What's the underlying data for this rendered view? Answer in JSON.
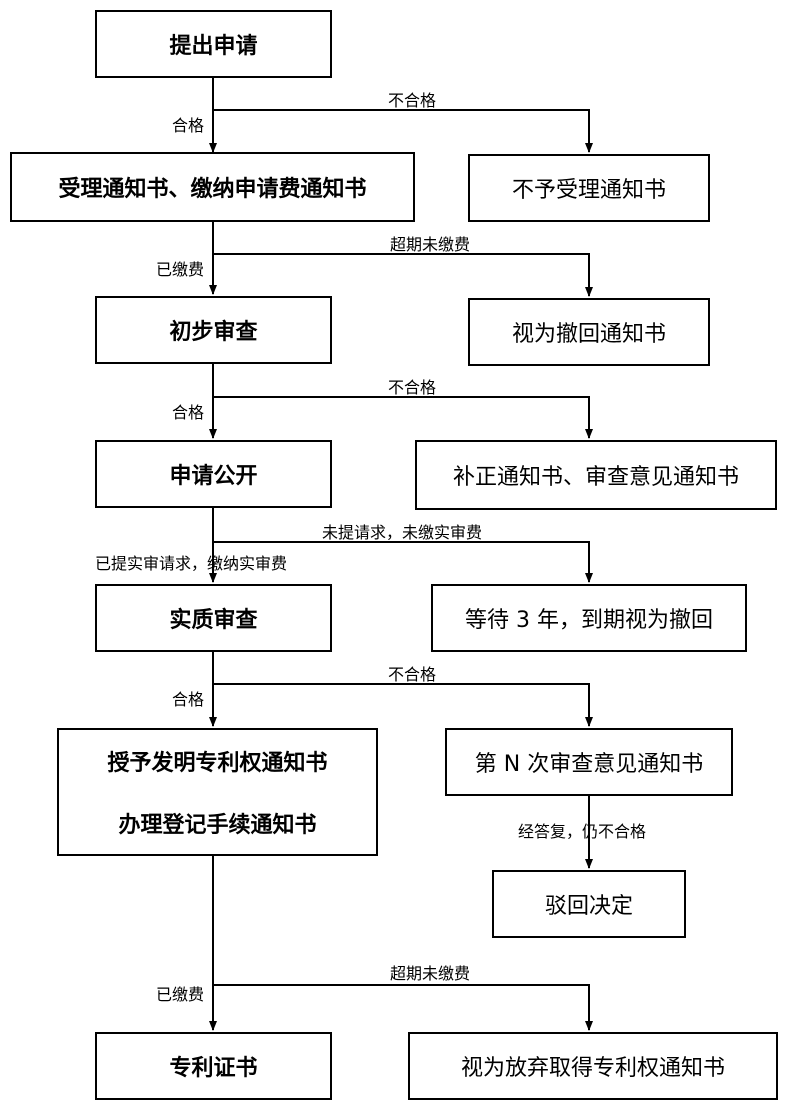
{
  "colors": {
    "stroke": "#000000",
    "background": "#ffffff"
  },
  "boxes": {
    "apply": "提出申请",
    "acceptance": "受理通知书、缴纳申请费通知书",
    "not_accepted": "不予受理通知书",
    "preliminary": "初步审查",
    "deemed_withdrawn": "视为撤回通知书",
    "publication": "申请公开",
    "correction": "补正通知书、审查意见通知书",
    "substantive": "实质审查",
    "wait_3y": "等待 3 年，到期视为撤回",
    "grant_line1": "授予发明专利权通知书",
    "grant_line2": "办理登记手续通知书",
    "nth_opinion": "第 N 次审查意见通知书",
    "rejection": "驳回决定",
    "certificate": "专利证书",
    "abandon": "视为放弃取得专利权通知书"
  },
  "labels": {
    "l1_pass": "合格",
    "l1_fail": "不合格",
    "l2_paid": "已缴费",
    "l2_overdue": "超期未缴费",
    "l3_pass": "合格",
    "l3_fail": "不合格",
    "l4_requested": "已提实审请求，缴纳实审费",
    "l4_not_requested": "未提请求，未缴实审费",
    "l5_pass": "合格",
    "l5_fail": "不合格",
    "l6_reply_fail": "经答复，仍不合格",
    "l7_paid": "已缴费",
    "l7_overdue": "超期未缴费"
  }
}
